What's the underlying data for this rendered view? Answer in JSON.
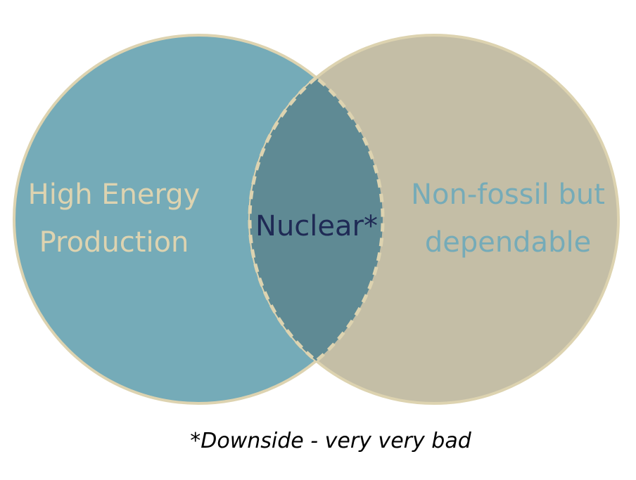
{
  "sets": {
    "left": {
      "line1": "High Energy",
      "line2": "Production",
      "fill": "#75abb8",
      "text_color": "#ddd3b0"
    },
    "right": {
      "line1": "Non-fossil but",
      "line2": "dependable",
      "fill": "#c4bea6",
      "text_color": "#75abb8"
    },
    "intersection": {
      "label": "Nuclear*",
      "fill": "#5f8a94",
      "text_color": "#1f2a55"
    }
  },
  "stroke_color": "#ddd3b0",
  "footnote": "*Downside - very very bad"
}
